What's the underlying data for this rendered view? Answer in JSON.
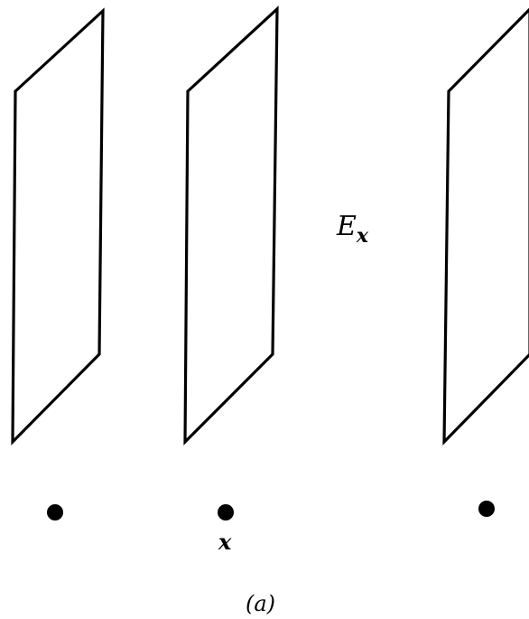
{
  "field_label": {
    "symbol": "E",
    "subscript": "x"
  },
  "point_label": "x",
  "caption": "(a)"
}
